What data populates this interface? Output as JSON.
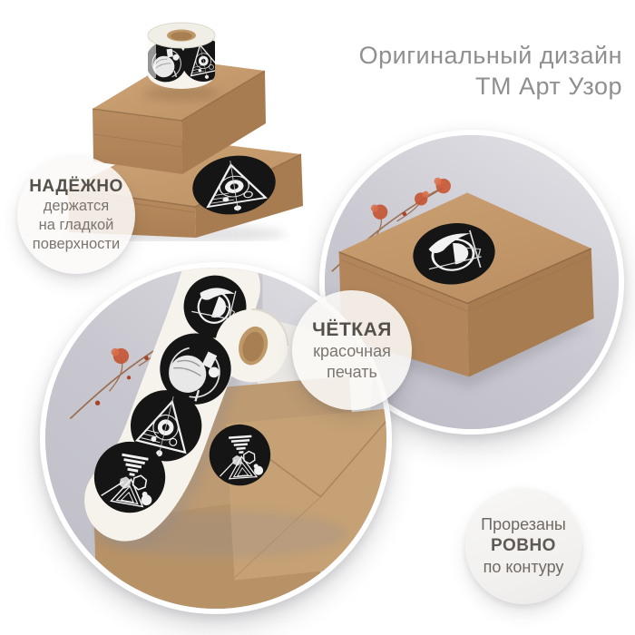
{
  "header": {
    "line1": "Оригинальный дизайн",
    "line2": "ТМ Арт Узор"
  },
  "badges": {
    "adhesion": {
      "title": "НАДЁЖНО",
      "lines": [
        "держатся",
        "на гладкой",
        "поверхности"
      ]
    },
    "print": {
      "title": "ЧЁТКАЯ",
      "lines": [
        "красочная",
        "печать"
      ]
    },
    "cut": {
      "line1": "Прорезаны",
      "title": "РОВНО",
      "line2": "по контуру"
    }
  },
  "icons": {
    "sticker_designs": [
      "swirl-circle-design",
      "brush-circle-design",
      "triangle-bullseye-design",
      "triangle-stack-design"
    ],
    "decor": [
      "flower-sprig-icon",
      "sticker-roll-icon",
      "kraft-box-icon",
      "kraft-envelope-icon"
    ]
  },
  "colors": {
    "background": "#ffffff",
    "caption_text": "#8f8f8f",
    "badge_background": "#f6f5f3",
    "badge_title_text": "#55504a",
    "badge_body_text": "#7b756f",
    "photo_background_gray": "#c7c6ce",
    "kraft_box": "#b78b5e",
    "kraft_box_top": "#c89e6f",
    "kraft_envelope": "#c4a078",
    "sticker_black": "#151515",
    "sticker_print_white": "#f1f1f1",
    "roll_paper_white": "#f6f3ec",
    "roll_core_kraft": "#bf9868",
    "flower_red": "#c44f2c"
  }
}
